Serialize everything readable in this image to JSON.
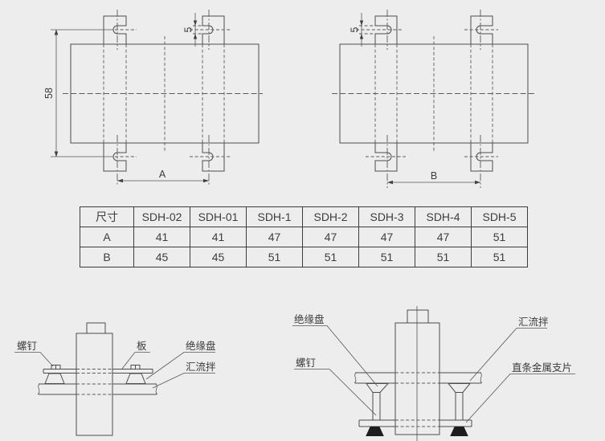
{
  "colors": {
    "background": "#ededed",
    "line": "#4d4d4d",
    "text": "#3b3b3b"
  },
  "plan_view_left": {
    "height_dim": "58",
    "slot_dim": "5",
    "span_dim": "A"
  },
  "plan_view_right": {
    "slot_dim": "5",
    "span_dim": "B"
  },
  "dimension_table": {
    "header": [
      "尺寸",
      "SDH-02",
      "SDH-01",
      "SDH-1",
      "SDH-2",
      "SDH-3",
      "SDH-4",
      "SDH-5"
    ],
    "rows": [
      {
        "cells": [
          "A",
          "41",
          "41",
          "47",
          "47",
          "47",
          "47",
          "51"
        ]
      },
      {
        "cells": [
          "B",
          "45",
          "45",
          "51",
          "51",
          "51",
          "51",
          "51"
        ]
      }
    ]
  },
  "detail_left_labels": {
    "screw": "螺钉",
    "plate": "板",
    "insulation_disc": "绝缘盘",
    "busbar": "汇流拌"
  },
  "detail_right_labels": {
    "insulation_disc": "绝缘盘",
    "busbar": "汇流拌",
    "screw": "螺钉",
    "metal_strip": "直条金属支片"
  }
}
